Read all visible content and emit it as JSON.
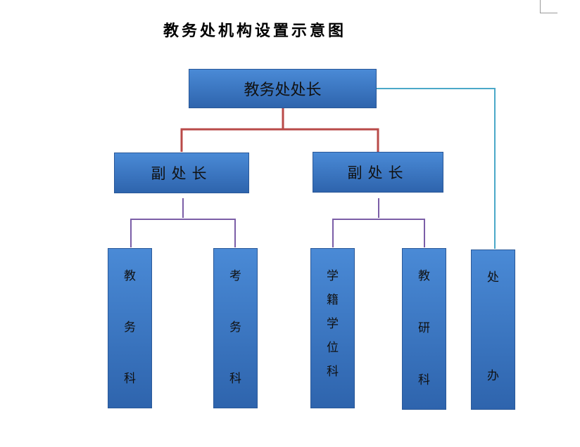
{
  "title": "教务处机构设置示意图",
  "colors": {
    "box_fill_top": "#4a8ad6",
    "box_fill_bottom": "#2e64ad",
    "line_head": "#b94a48",
    "line_deputy": "#7b5ea7",
    "line_office": "#4ba8c8"
  },
  "nodes": {
    "head": "教务处处长",
    "deputy_left": "副处长",
    "deputy_right": "副处长",
    "sec1": [
      "教",
      "务",
      "科"
    ],
    "sec2": [
      "考",
      "务",
      "科"
    ],
    "sec3": [
      "学",
      "籍",
      "学",
      "位",
      "科"
    ],
    "sec4": [
      "教",
      "研",
      "科"
    ],
    "office": [
      "处",
      "办"
    ]
  }
}
